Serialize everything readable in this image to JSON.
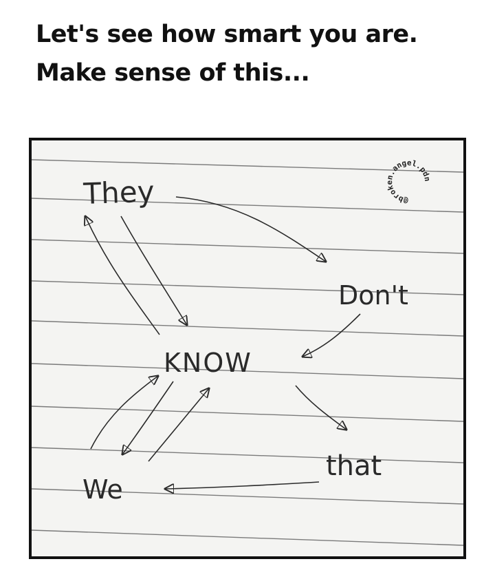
{
  "caption": {
    "line1": "Let's see how smart you are.",
    "line2": "Make sense of this..."
  },
  "note": {
    "words": {
      "they": "They",
      "dont": "Don't",
      "know": "KNOW",
      "that": "that",
      "we": "We"
    },
    "watermark": "@broken.angel.pdn"
  },
  "colors": {
    "background": "#ffffff",
    "text": "#111111",
    "paper": "#f4f4f2",
    "ruled_lines": "#7a7a7a",
    "ink": "#2a2a2a"
  }
}
